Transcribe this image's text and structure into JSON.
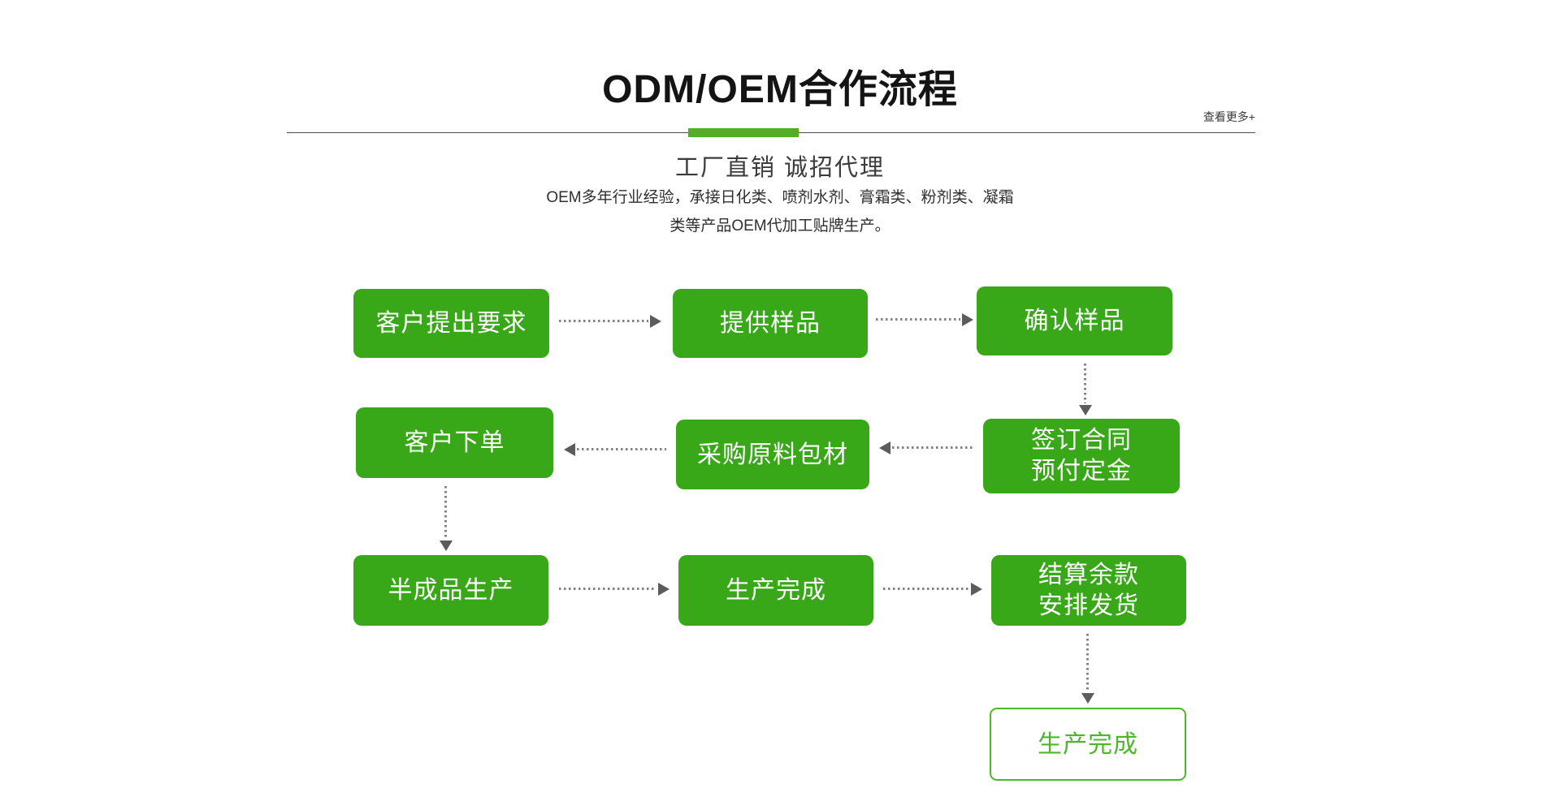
{
  "header": {
    "title": "ODM/OEM合作流程",
    "view_more": "查看更多+",
    "subtitle": "工厂直销 诚招代理",
    "description_line1": "OEM多年行业经验，承接日化类、喷剂水剂、膏霜类、粉剂类、凝霜",
    "description_line2": "类等产品OEM代加工贴牌生产。"
  },
  "colors": {
    "node_green": "#38a818",
    "accent_bar_green": "#54ad24",
    "outlined_node_green": "#4cb728",
    "arrow_dot_gray": "#828282",
    "arrowhead_gray": "#5c5c5c",
    "title_black": "#141414"
  },
  "flow": {
    "nodes": [
      {
        "id": "customer-request",
        "label": "客户提出要求",
        "style": "filled"
      },
      {
        "id": "provide-sample",
        "label": "提供样品",
        "style": "filled"
      },
      {
        "id": "confirm-sample",
        "label": "确认样品",
        "style": "filled"
      },
      {
        "id": "customer-order",
        "label": "客户下单",
        "style": "filled"
      },
      {
        "id": "purchase-materials",
        "label": "采购原料包材",
        "style": "filled"
      },
      {
        "id": "sign-contract",
        "line1": "签订合同",
        "line2": "预付定金",
        "style": "filled"
      },
      {
        "id": "semi-finished-production",
        "label": "半成品生产",
        "style": "filled"
      },
      {
        "id": "production-complete",
        "label": "生产完成",
        "style": "filled"
      },
      {
        "id": "settle-balance-ship",
        "line1": "结算余款",
        "line2": "安排发货",
        "style": "filled"
      },
      {
        "id": "production-complete-final",
        "label": "生产完成",
        "style": "outlined"
      }
    ],
    "edges": [
      {
        "from": "客户提出要求",
        "to": "提供样品",
        "direction": "right"
      },
      {
        "from": "提供样品",
        "to": "确认样品",
        "direction": "right"
      },
      {
        "from": "确认样品",
        "to": "签订合同预付定金",
        "direction": "down"
      },
      {
        "from": "签订合同预付定金",
        "to": "采购原料包材",
        "direction": "left"
      },
      {
        "from": "采购原料包材",
        "to": "客户下单",
        "direction": "left"
      },
      {
        "from": "客户下单",
        "to": "半成品生产",
        "direction": "down"
      },
      {
        "from": "半成品生产",
        "to": "生产完成",
        "direction": "right"
      },
      {
        "from": "生产完成",
        "to": "结算余款安排发货",
        "direction": "right"
      },
      {
        "from": "结算余款安排发货",
        "to": "生产完成(终)",
        "direction": "down"
      }
    ]
  }
}
